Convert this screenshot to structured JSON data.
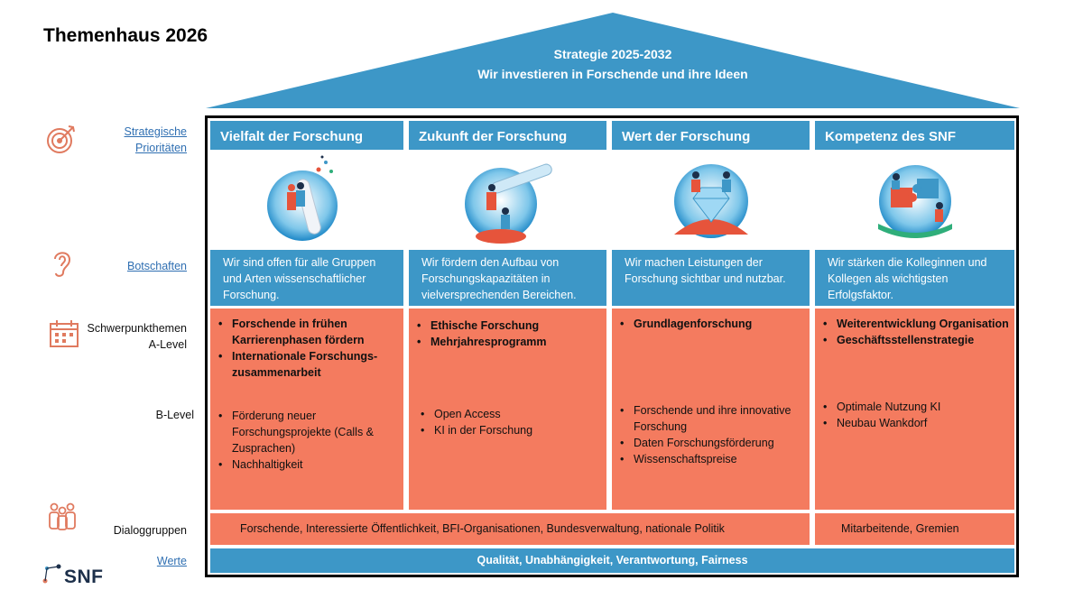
{
  "title": "Themenhaus 2026",
  "roof": {
    "line1": "Strategie 2025-2032",
    "line2": "Wir investieren in Forschende und ihre Ideen"
  },
  "side": {
    "strategische_prioritaeten": [
      "Strategische",
      "Prioritäten"
    ],
    "botschaften": "Botschaften",
    "schwerpunkt": [
      "Schwerpunkthemen",
      "A-Level"
    ],
    "b_level": "B-Level",
    "dialoggruppen": "Dialoggruppen",
    "werte": "Werte"
  },
  "logo": "SNF",
  "columns": [
    {
      "title": "Vielfalt der Forschung",
      "message": "Wir sind offen für alle Gruppen und Arten wissenschaftlicher Forschung.",
      "a_level": [
        "Forschende in frühen Karrierenphasen fördern",
        "Internationale Forschungs-zusammenarbeit"
      ],
      "b_level": [
        "Förderung neuer Forschungsprojekte (Calls & Zusprachen)",
        "Nachhaltigkeit"
      ]
    },
    {
      "title": "Zukunft der Forschung",
      "message": "Wir fördern den Aufbau von Forschungskapazitäten in vielversprechenden Bereichen.",
      "a_level": [
        "Ethische Forschung",
        "Mehrjahresprogramm"
      ],
      "b_level": [
        "Open Access",
        "KI in der Forschung"
      ]
    },
    {
      "title": "Wert der Forschung",
      "message": "Wir machen Leistungen der Forschung sichtbar und nutzbar.",
      "a_level": [
        "Grundlagenforschung"
      ],
      "b_level": [
        "Forschende und ihre innovative Forschung",
        "Daten Forschungsförderung",
        "Wissenschaftspreise"
      ]
    },
    {
      "title": "Kompetenz des SNF",
      "message": "Wir stärken die Kolleginnen und Kollegen als wichtigsten Erfolgsfaktor.",
      "a_level": [
        "Weiterentwicklung Organisation",
        "Geschäftsstellenstrategie"
      ],
      "b_level": [
        "Optimale Nutzung KI",
        "Neubau Wankdorf"
      ]
    }
  ],
  "dialog": {
    "left": "Forschende, Interessierte Öffentlichkeit, BFI-Organisationen, Bundesverwaltung, nationale Politik",
    "right": "Mitarbeitende, Gremien"
  },
  "werte": "Qualität, Unabhängigkeit, Verantwortung, Fairness",
  "colors": {
    "blue": "#3d97c7",
    "orange": "#f47b5f",
    "icon_coral": "#e07a5f",
    "logo_navy": "#1c2f4a"
  },
  "icons": [
    "target-icon",
    "ear-icon",
    "calendar-icon",
    "people-icon",
    "snf-logo-icon"
  ]
}
